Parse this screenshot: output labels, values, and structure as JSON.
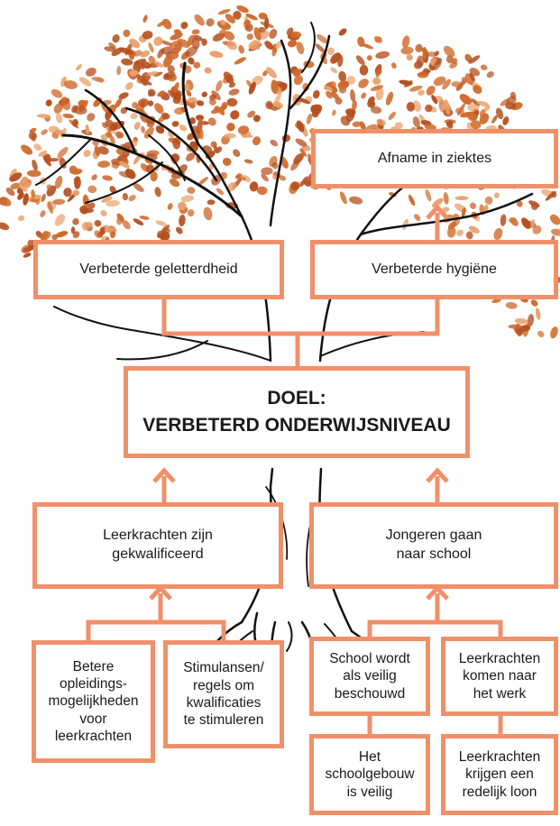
{
  "colors": {
    "accent": "#f0906a",
    "foliage_dark": "#b5501f",
    "foliage_mid": "#cf6a2c",
    "foliage_light": "#e8a06b",
    "trunk_line": "#111111"
  },
  "illustration": "tree",
  "nodes": {
    "outcome_disease": "Afname in ziektes",
    "outcome_literacy": "Verbeterde geletterdheid",
    "outcome_hygiene": "Verbeterde hygiëne",
    "goal": "DOEL:\nVERBETERD ONDERWIJSNIVEAU",
    "cause_teachers_qualified": "Leerkrachten zijn\ngekwalificeerd",
    "cause_youth_school": "Jongeren gaan\nnaar school",
    "sub_training": "Betere\nopleidings-\nmogelijkheden\nvoor\nleerkrachten",
    "sub_incentives": "Stimulansen/\nregels om\nkwalificaties\nte stimuleren",
    "sub_safe_school": "School wordt\nals veilig\nbeschouwd",
    "sub_teachers_work": "Leerkrachten\nkomen naar\nhet werk",
    "sub_building_safe": "Het\nschoolgebouw\nis veilig",
    "sub_salary": "Leerkrachten\nkrijgen een\nredelijk loon"
  }
}
